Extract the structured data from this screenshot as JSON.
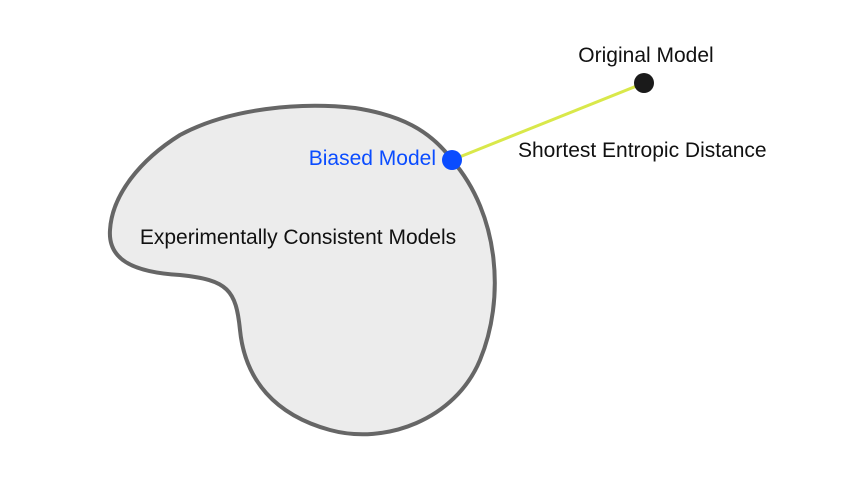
{
  "labels": {
    "original_model": "Original Model",
    "biased_model": "Biased Model",
    "shortest_distance": "Shortest Entropic Distance",
    "consistent_models": "Experimentally Consistent Models"
  },
  "colors": {
    "region_fill": "#ececec",
    "region_stroke": "#666666",
    "distance_line": "#d9e84a",
    "original_point": "#1a1a1a",
    "biased_point": "#0a4cff",
    "biased_text": "#0a4cff",
    "text": "#111111"
  }
}
